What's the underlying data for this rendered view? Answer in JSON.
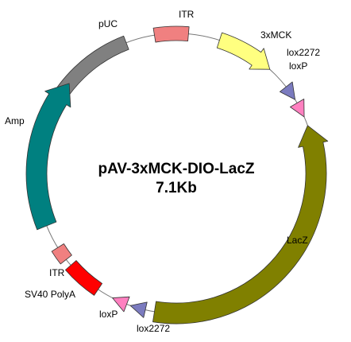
{
  "plasmid": {
    "name": "pAV-3xMCK-DIO-LacZ",
    "size": "7.1Kb"
  },
  "features": [
    {
      "id": "puc",
      "label": "pUC",
      "type": "block",
      "start_deg": 293,
      "end_deg": 339,
      "color": "#808080"
    },
    {
      "id": "itr-top",
      "label": "ITR",
      "type": "block",
      "start_deg": 351,
      "end_deg": 5,
      "color": "#f08080"
    },
    {
      "id": "3xmck",
      "label": "3xMCK",
      "type": "arrow",
      "start_deg": 18,
      "end_deg": 42,
      "color": "#ffff80"
    },
    {
      "id": "lox2272-top",
      "label": "lox2272",
      "type": "triangle",
      "center_deg": 55,
      "color": "#7b7bbf"
    },
    {
      "id": "loxp-top",
      "label": "loxP",
      "type": "triangle",
      "center_deg": 63,
      "color": "#ff80c0"
    },
    {
      "id": "lacz",
      "label": "LacZ",
      "type": "arrow",
      "start_deg": 189,
      "end_deg": 70,
      "color": "#808000"
    },
    {
      "id": "lox2272-bottom",
      "label": "lox2272",
      "type": "triangle",
      "center_deg": 196,
      "color": "#7b7bbf"
    },
    {
      "id": "loxp-bottom",
      "label": "loxP",
      "type": "triangle",
      "center_deg": 204,
      "color": "#ff80c0"
    },
    {
      "id": "sv40-polya",
      "label": "SV40 PolyA",
      "type": "block",
      "start_deg": 214,
      "end_deg": 229,
      "color": "#ff0000"
    },
    {
      "id": "itr-bottom",
      "label": "ITR",
      "type": "block",
      "start_deg": 232,
      "end_deg": 238,
      "color": "#f08080"
    },
    {
      "id": "amp",
      "label": "Amp",
      "type": "arrow",
      "start_deg": 248,
      "end_deg": 310,
      "color": "#008080"
    }
  ]
}
